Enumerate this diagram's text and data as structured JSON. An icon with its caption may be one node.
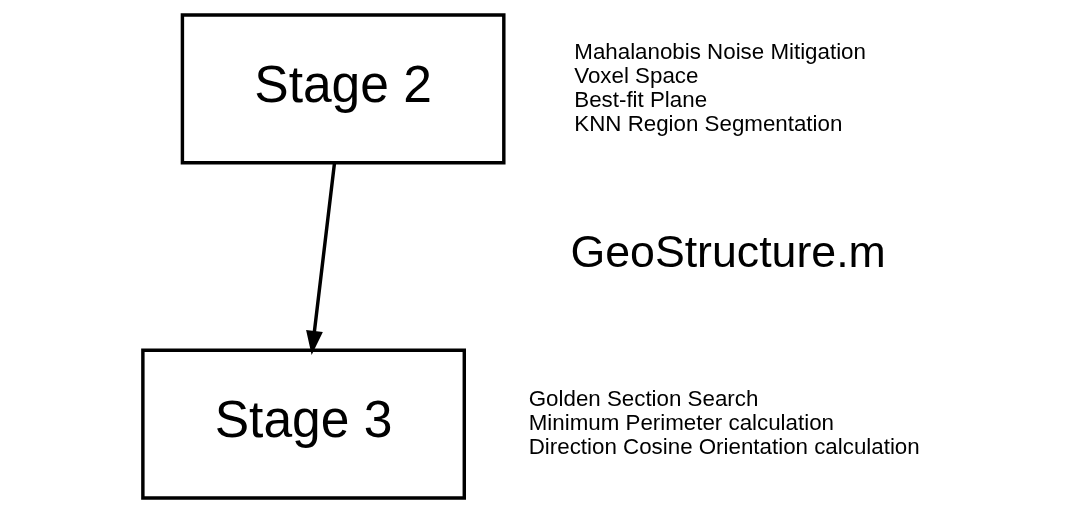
{
  "diagram": {
    "nodes": [
      {
        "text": [
          "Stage 2"
        ],
        "beside": [
          "Mahalanobis Noise Mitigation",
          "Voxel Space",
          "Best-fit Plane",
          "KNN Region Segmentation"
        ]
      },
      {
        "text": [
          "Stage 3"
        ],
        "beside": [
          "Golden Section Search",
          "Minimum Perimeter calculation",
          "Direction Cosine Orientation calculation"
        ]
      }
    ],
    "edges": [
      {
        "from": 0,
        "to": 1,
        "arrow": "to"
      }
    ],
    "labels": [
      "GeoStructure.m"
    ]
  }
}
